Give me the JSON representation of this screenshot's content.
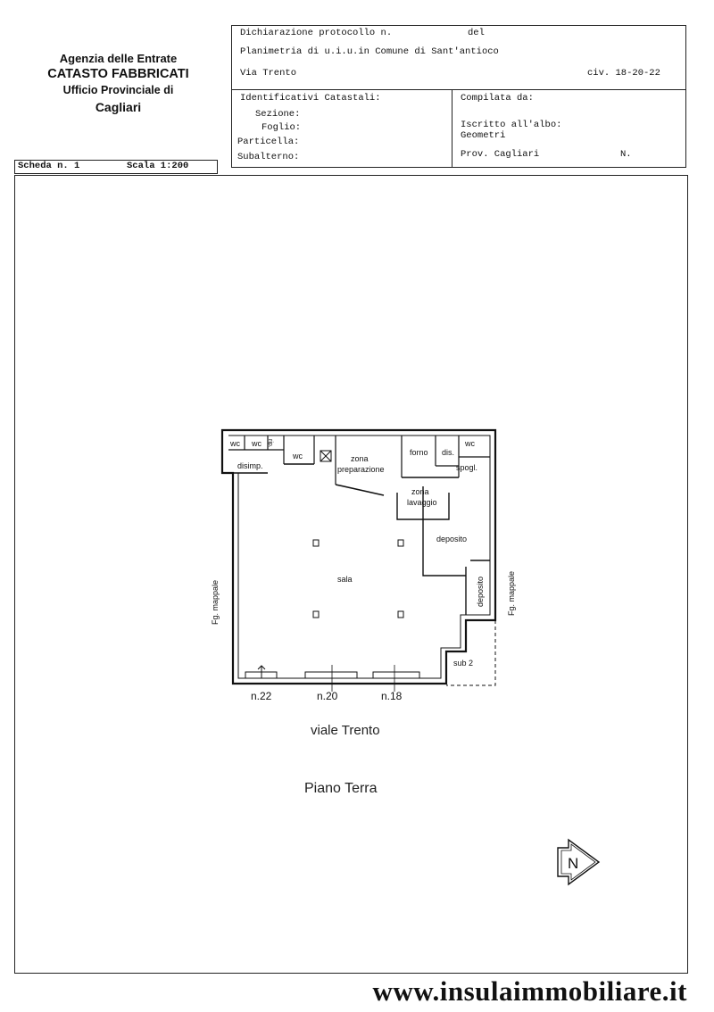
{
  "header": {
    "agency": {
      "line1": "Agenzia delle Entrate",
      "line2": "CATASTO FABBRICATI",
      "line3": "Ufficio Provinciale di",
      "line4": "Cagliari"
    },
    "protocol_label": "Dichiarazione protocollo n.",
    "del_label": "del",
    "planimetria_line": "Planimetria di u.i.u.in Comune di Sant'antioco",
    "street": "Via Trento",
    "civic": "civ. 18-20-22",
    "identificativi": {
      "title": "Identificativi Catastali:",
      "sezione": "Sezione:",
      "foglio": "Foglio:",
      "particella": "Particella:",
      "subalterno": "Subalterno:"
    },
    "compilata": {
      "title": "Compilata da:",
      "iscritto": "Iscritto all'albo:",
      "albo": "Geometri",
      "prov": "Prov. Cagliari",
      "n": "N."
    },
    "scheda": "Scheda n. 1",
    "scala": "Scala 1:200"
  },
  "plan": {
    "rooms": {
      "wc1": "wc",
      "wc2": "wc",
      "rip": "rip.",
      "wc3": "wc",
      "disimp": "disimp.",
      "zona_prep_1": "zona",
      "zona_prep_2": "preparazione",
      "forno": "forno",
      "dis": "dis.",
      "wc4": "wc",
      "spogl": "spogl.",
      "zona_lav_1": "zona",
      "zona_lav_2": "lavaggio",
      "deposito1": "deposito",
      "deposito2": "deposito",
      "sala": "sala",
      "sub2": "sub 2"
    },
    "side_left": "Fg.   mappale",
    "side_right": "Fg.   mappale",
    "civics": [
      "n.22",
      "n.20",
      "n.18"
    ]
  },
  "street_label": "viale Trento",
  "floor_label": "Piano Terra",
  "north": "N",
  "website": "www.insulaimmobiliare.it"
}
